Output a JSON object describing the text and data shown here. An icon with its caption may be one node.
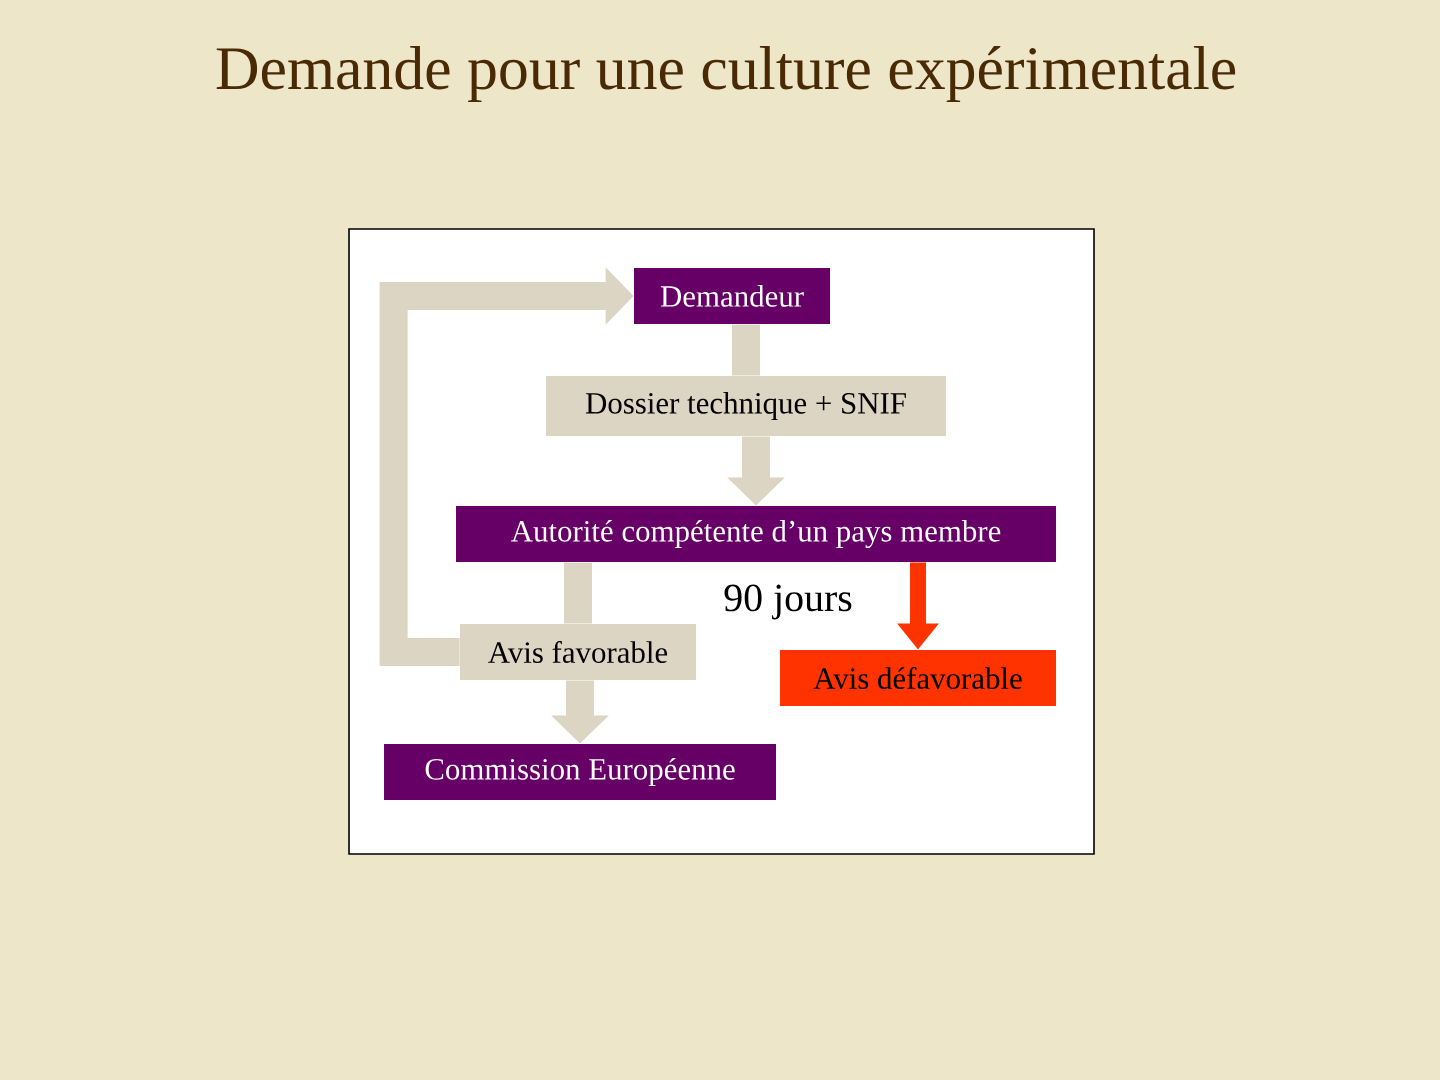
{
  "diagram": {
    "title": "Demande pour une culture expérimentale",
    "nodes": [
      {
        "text": [
          "Demandeur"
        ]
      },
      {
        "text": [
          "Dossier technique + SNIF"
        ]
      },
      {
        "text": [
          "Autorité compétente d’un pays membre"
        ]
      },
      {
        "text": [
          "Avis favorable"
        ]
      },
      {
        "text": [
          "Avis défavorable"
        ]
      },
      {
        "text": [
          "Commission Européenne"
        ]
      }
    ],
    "edges": [
      {
        "from": 0,
        "to": 1,
        "arrow": "none"
      },
      {
        "from": 1,
        "to": 2,
        "arrow": "to"
      },
      {
        "from": 2,
        "to": 3,
        "arrow": "none"
      },
      {
        "from": 3,
        "to": 5,
        "arrow": "to"
      },
      {
        "from": 3,
        "to": 0,
        "arrow": "to"
      },
      {
        "from": 2,
        "to": 4,
        "arrow": "to",
        "color": "#ff3300"
      }
    ],
    "labels": [
      "90 jours"
    ]
  }
}
